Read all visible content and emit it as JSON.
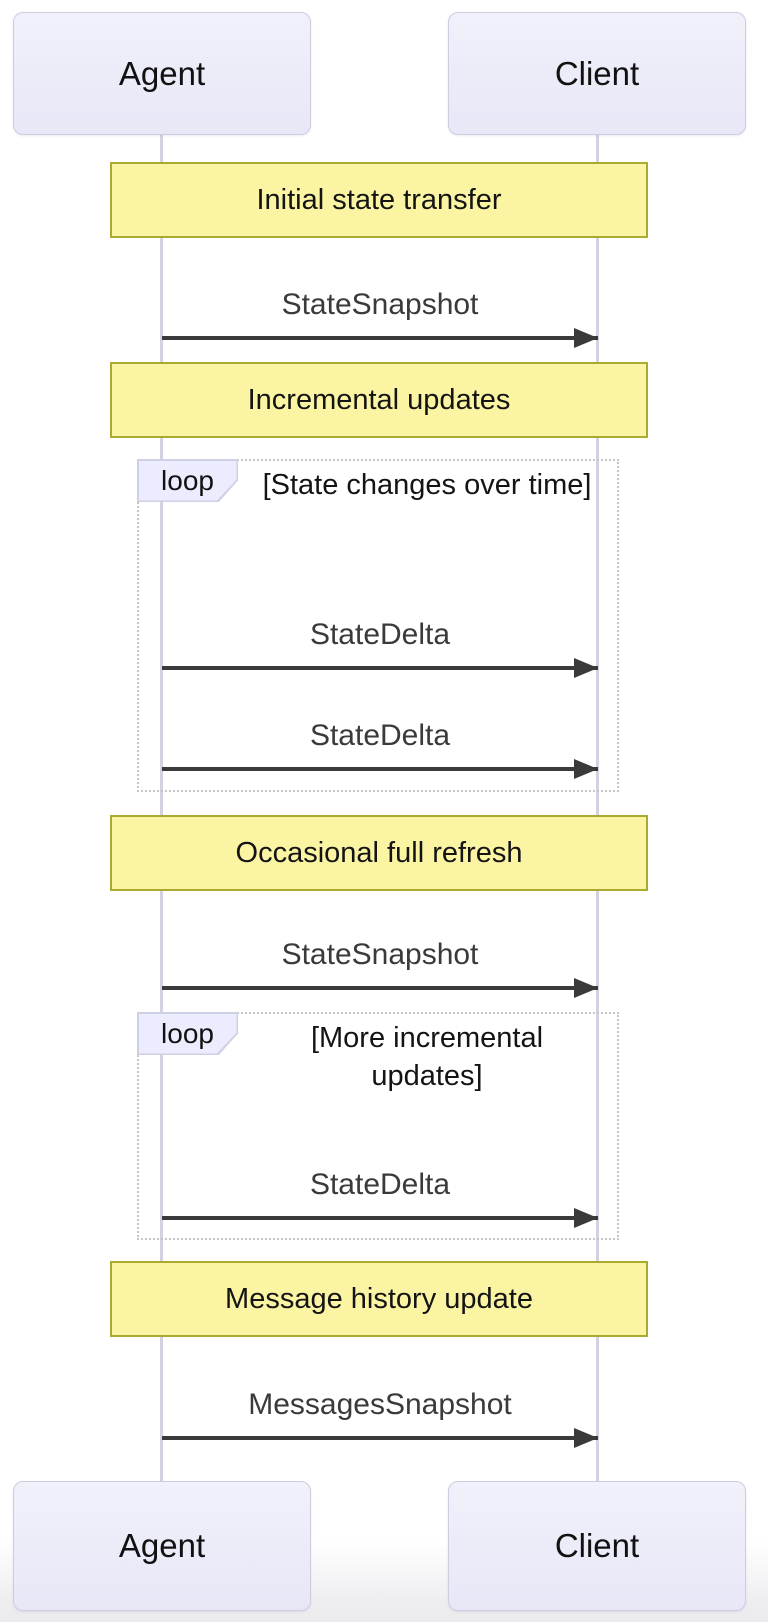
{
  "diagram_type": "sequence-diagram",
  "actors": {
    "agent": "Agent",
    "client": "Client"
  },
  "notes": [
    "Initial state transfer",
    "Incremental updates",
    "Occasional full refresh",
    "Message history update"
  ],
  "messages": [
    "StateSnapshot",
    "StateDelta",
    "StateDelta",
    "StateSnapshot",
    "StateDelta",
    "MessagesSnapshot"
  ],
  "loops": [
    {
      "label": "loop",
      "condition": "[State changes over time]"
    },
    {
      "label": "loop",
      "condition": "[More incremental updates]"
    }
  ],
  "colors": {
    "actor_fill": "#ebebf8",
    "actor_border": "#cdcde2",
    "note_fill": "#fbf5a3",
    "note_border": "#aaaa33",
    "arrow": "#3a3a3a",
    "lifeline": "#d2d2e0",
    "loop_border": "#c6c6c6",
    "loop_label_fill": "#ececff"
  }
}
